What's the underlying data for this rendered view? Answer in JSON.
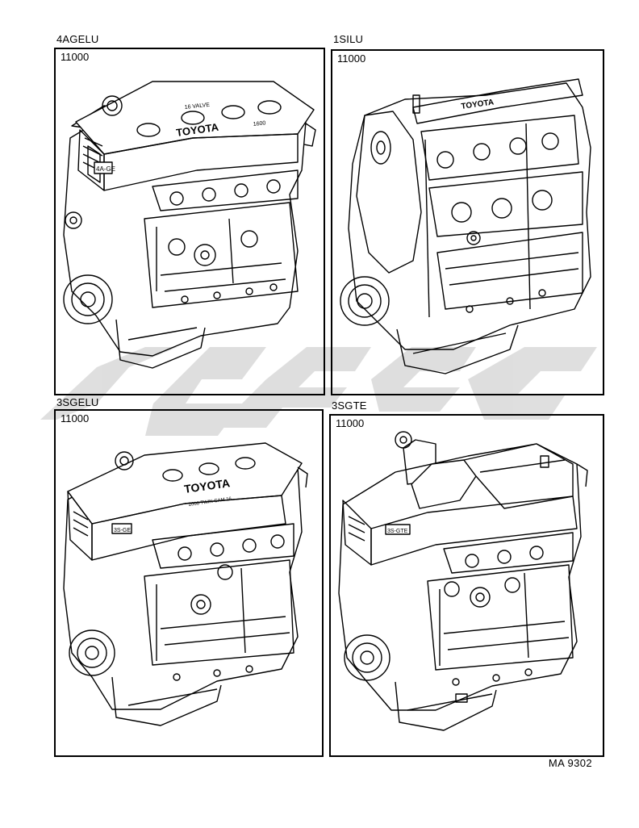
{
  "panels": [
    {
      "model": "4AGELU",
      "part_no": "11000",
      "valve_cover_text": "TOYOTA",
      "badge": "4A-GE",
      "cover_marks": [
        "16 VALVE",
        "1600"
      ]
    },
    {
      "model": "1SILU",
      "part_no": "11000",
      "valve_cover_text": "TOYOTA"
    },
    {
      "model": "3SGELU",
      "part_no": "11000",
      "valve_cover_text": "TOYOTA",
      "badge": "3S-GE",
      "cover_marks": [
        "2000 TWIN CAM 16"
      ]
    },
    {
      "model": "3SGTE",
      "part_no": "11000",
      "badge": "3S-GTE"
    }
  ],
  "footer": {
    "code": "MA 9302"
  }
}
